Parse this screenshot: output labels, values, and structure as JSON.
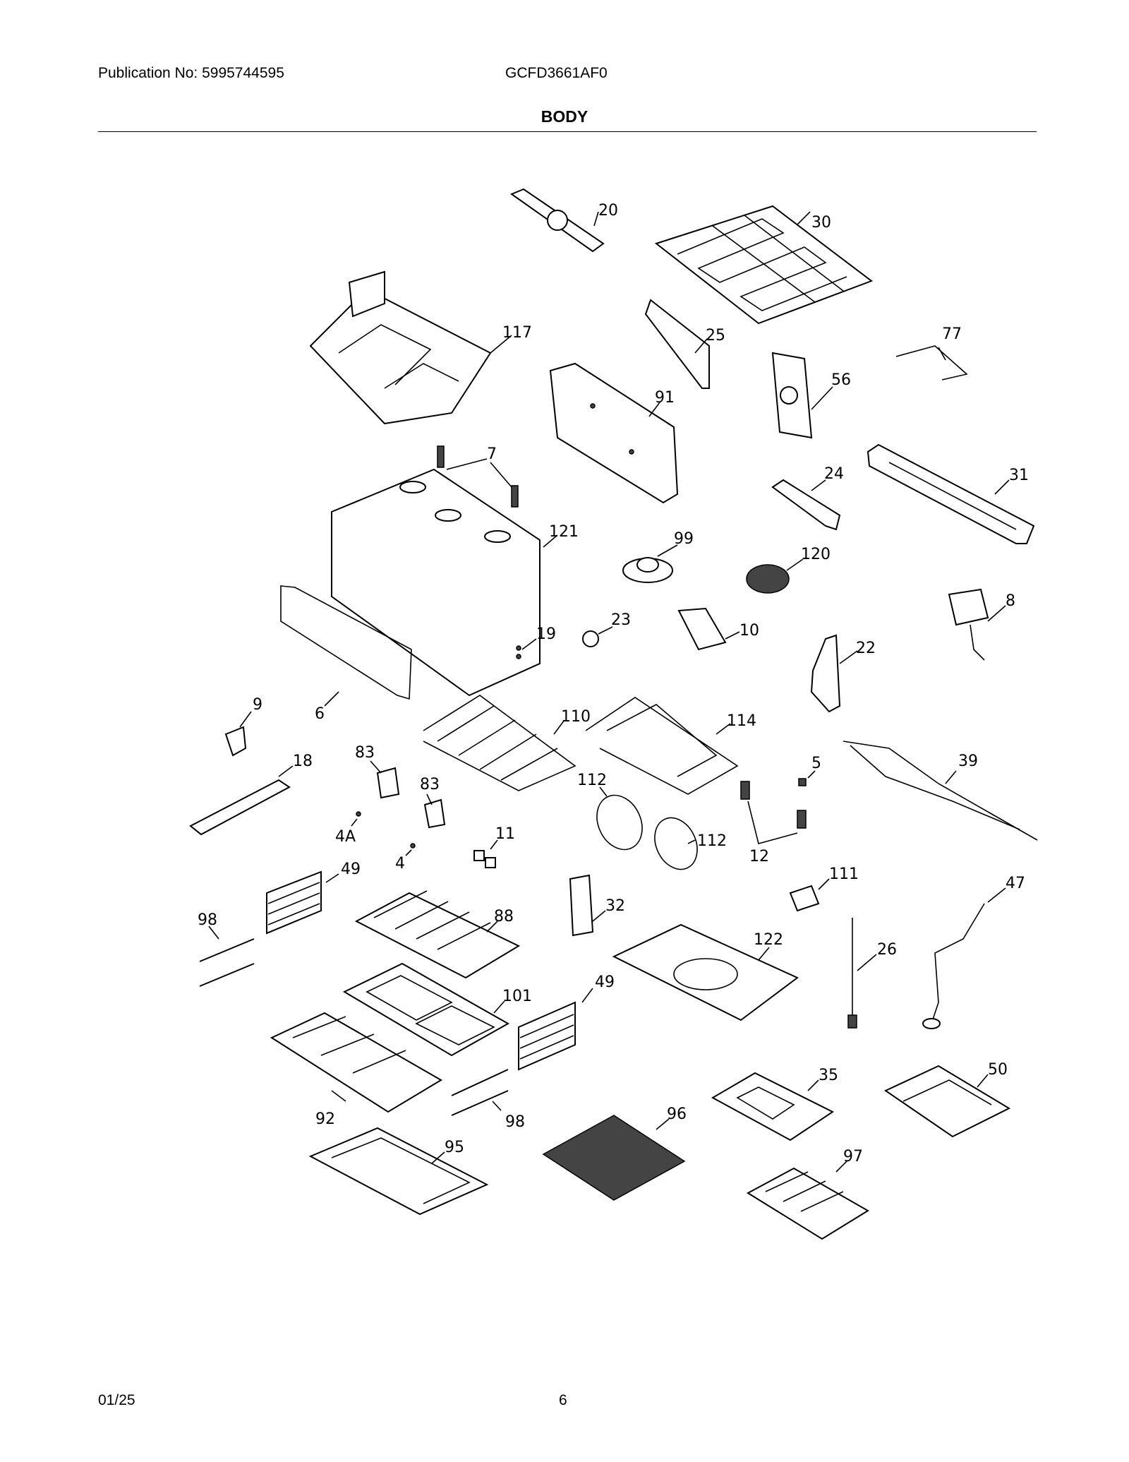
{
  "header": {
    "publication": "Publication No: 5995744595",
    "model": "GCFD3661AF0"
  },
  "title": "BODY",
  "footer": {
    "date": "01/25",
    "page": "6"
  },
  "callouts": {
    "c20": "20",
    "c30": "30",
    "c117": "117",
    "c25": "25",
    "c77": "77",
    "c56": "56",
    "c91": "91",
    "c7": "7",
    "c24": "24",
    "c31": "31",
    "c121": "121",
    "c99": "99",
    "c120": "120",
    "c8": "8",
    "c23": "23",
    "c19": "19",
    "c10": "10",
    "c22": "22",
    "c9": "9",
    "c6": "6",
    "c110": "110",
    "c114": "114",
    "c18": "18",
    "c83a": "83",
    "c83b": "83",
    "c5": "5",
    "c39": "39",
    "c112a": "112",
    "c4A": "4A",
    "c112b": "112",
    "c4": "4",
    "c11": "11",
    "c12": "12",
    "c49a": "49",
    "c111": "111",
    "c47": "47",
    "c98a": "98",
    "c88": "88",
    "c32": "32",
    "c122": "122",
    "c26": "26",
    "c101": "101",
    "c49b": "49",
    "c35": "35",
    "c50": "50",
    "c92": "92",
    "c98b": "98",
    "c96": "96",
    "c95": "95",
    "c97": "97"
  }
}
